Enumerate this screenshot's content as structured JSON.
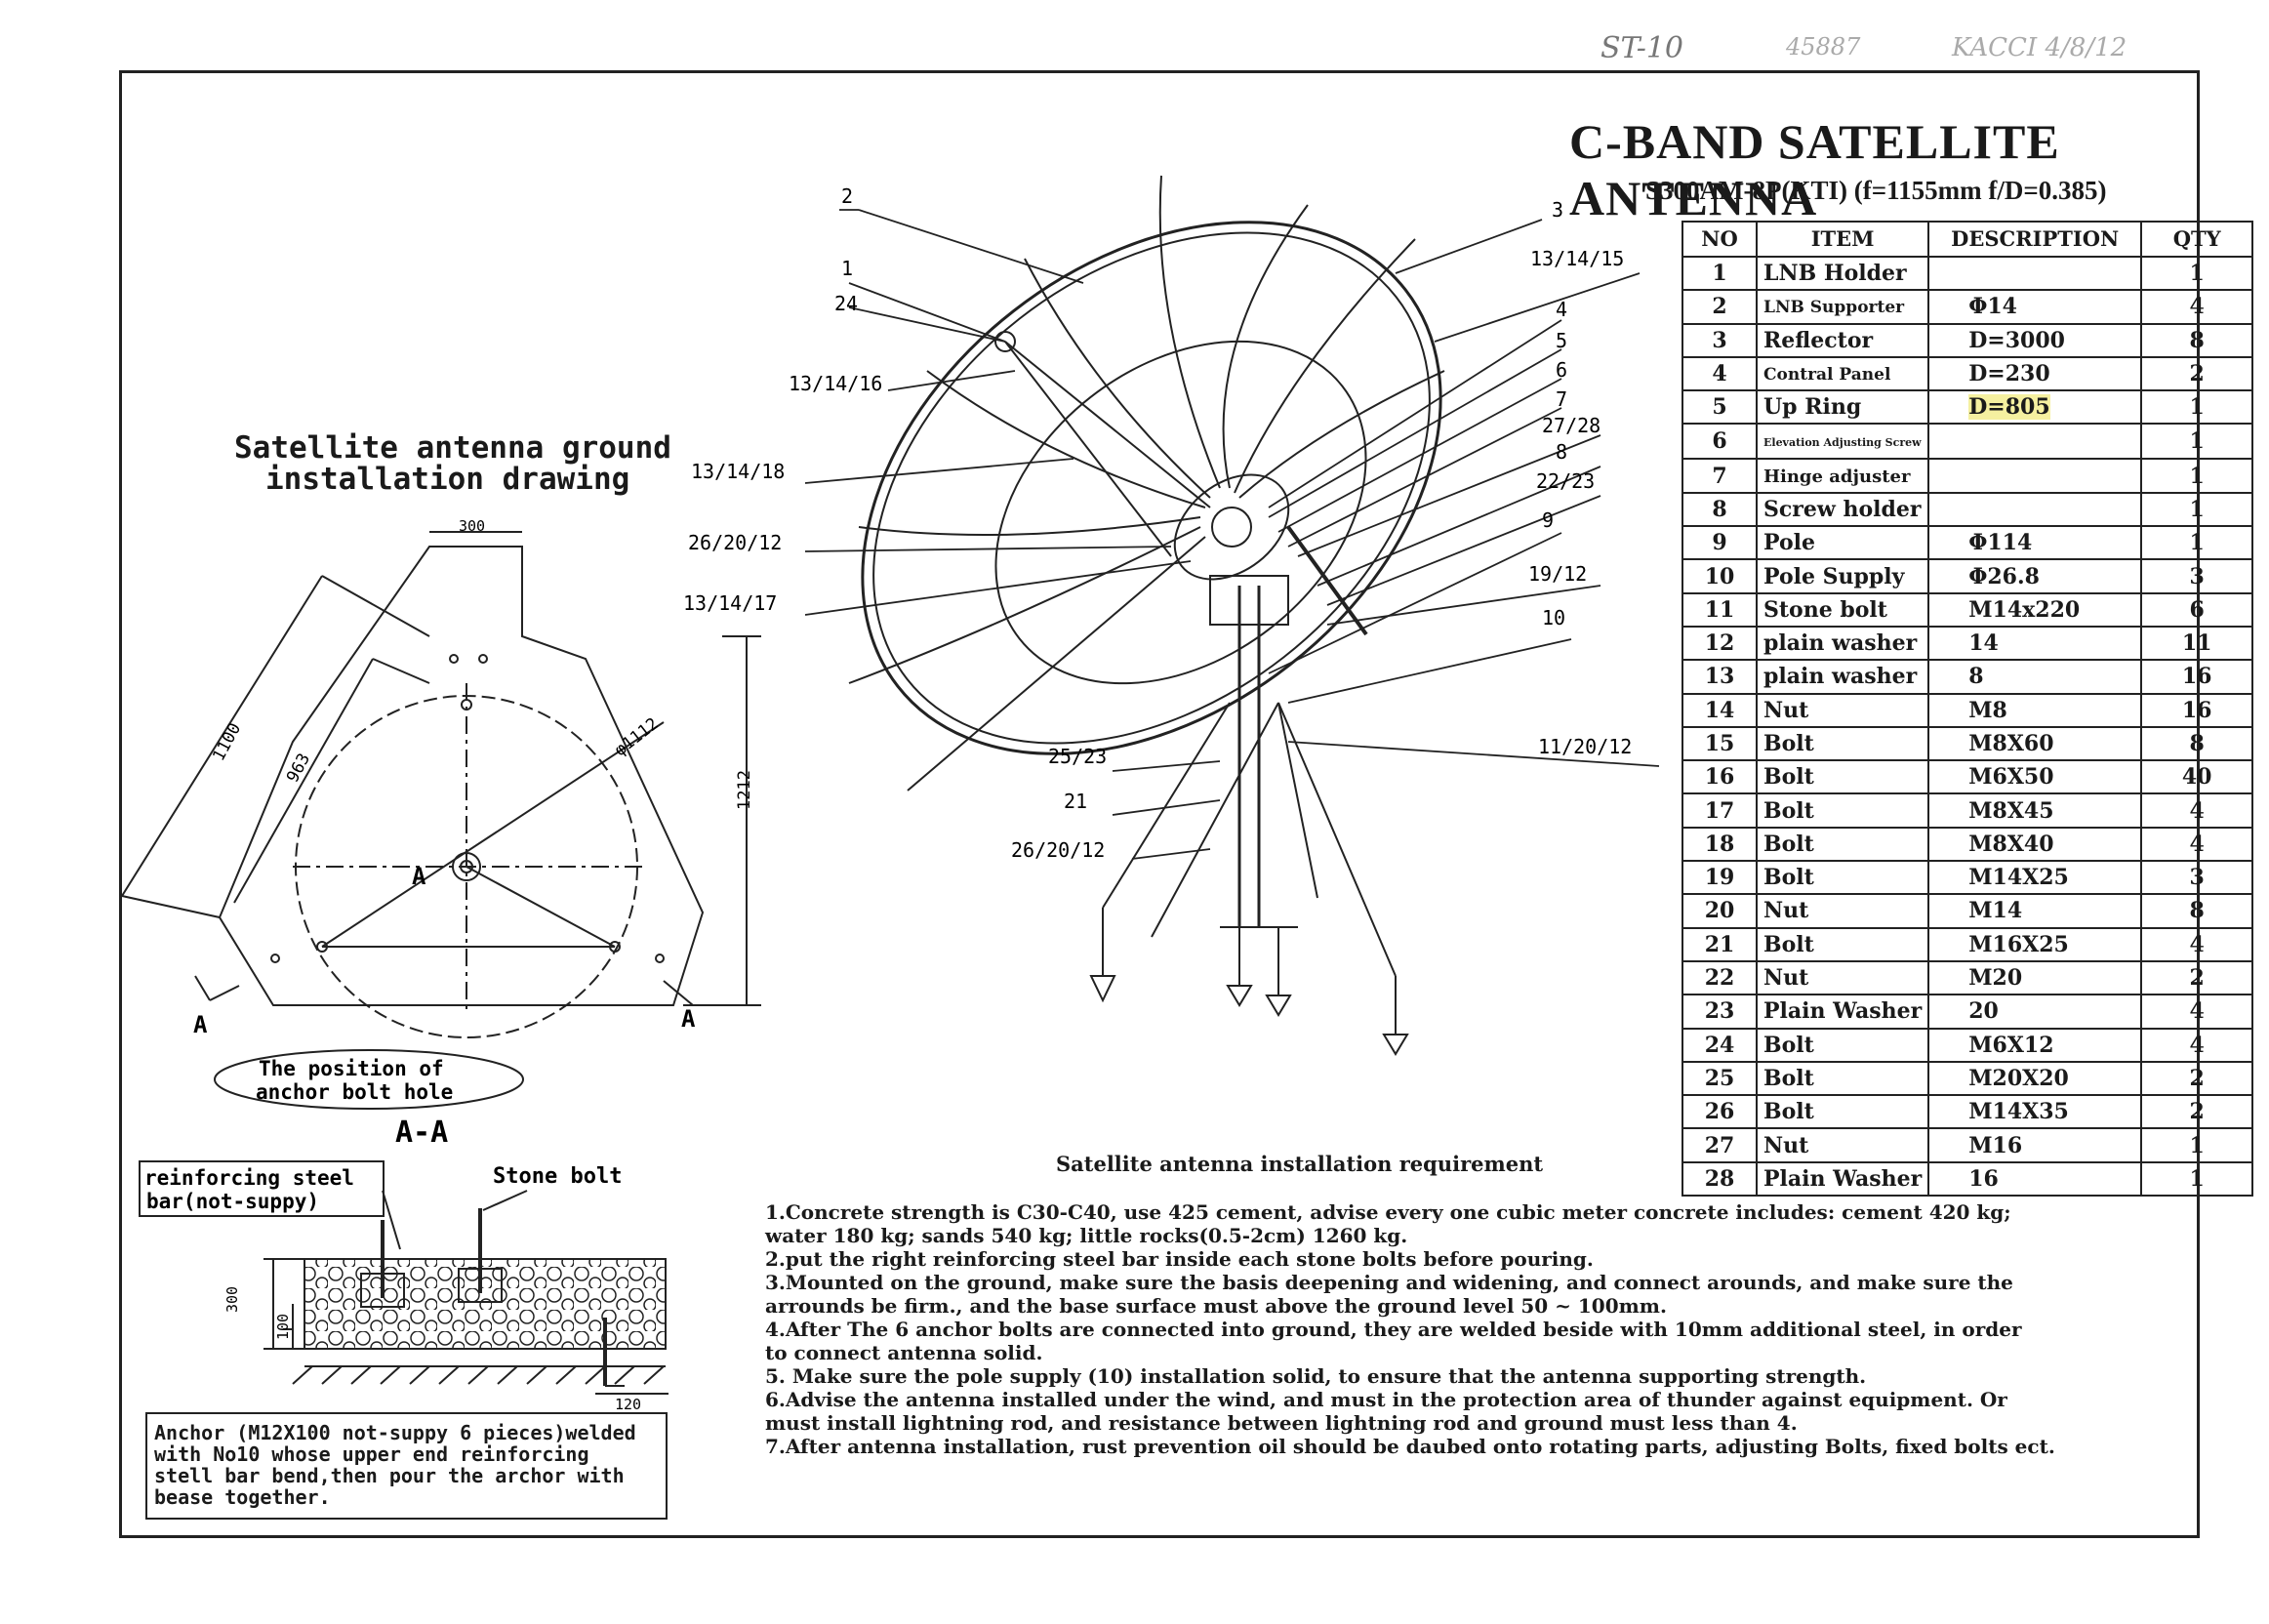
{
  "handwriting": {
    "note1": "ST-10",
    "note2": "45887",
    "note3": "KACCI 4/8/12"
  },
  "title": "C-BAND SATELLITE ANTENNA",
  "subtitle": "S300AM-8P(KTI) (f=1155mm f/D=0.385)",
  "ground_drawing": {
    "heading_line1": "Satellite antenna ground",
    "heading_line2": "installation drawing",
    "dim_300": "300",
    "dim_1100": "1100",
    "dim_963": "963",
    "dim_1112": "φ1112",
    "dim_1212": "1212",
    "section_mark": "A",
    "anchor_position_line1": "The position of",
    "anchor_position_line2": "anchor bolt hole",
    "section_label": "A-A"
  },
  "section_detail": {
    "reinforcing_line1": "reinforcing steel",
    "reinforcing_line2": "bar(not-suppy)",
    "stone_bolt": "Stone bolt",
    "dim_300": "300",
    "dim_100_left": "100",
    "dim_100_right": "100",
    "dim_120": "120",
    "anchor_note": [
      "Anchor (M12X100 not-suppy 6 pieces)welded",
      "with No10 whose upper end reinforcing",
      "stell bar bend,then pour the archor with",
      "bease together."
    ]
  },
  "callouts": [
    "2",
    "1",
    "24",
    "13/14/16",
    "13/14/18",
    "26/20/12",
    "13/14/17",
    "3",
    "13/14/15",
    "4",
    "5",
    "6",
    "7",
    "27/28",
    "8",
    "22/23",
    "9",
    "19/12",
    "10",
    "11/20/12",
    "25/23",
    "21",
    "26/20/12"
  ],
  "parts_table": {
    "headers": [
      "NO",
      "ITEM",
      "DESCRIPTION",
      "QTY"
    ],
    "rows": [
      [
        "1",
        "LNB Holder",
        "",
        "1"
      ],
      [
        "2",
        "LNB Supporter",
        "Φ14",
        "4"
      ],
      [
        "3",
        "Reflector",
        "D=3000",
        "8"
      ],
      [
        "4",
        "Contral Panel",
        "D=230",
        "2"
      ],
      [
        "5",
        "Up Ring",
        "D=805",
        "1"
      ],
      [
        "6",
        "Elevation Adjusting Screw",
        "",
        "1"
      ],
      [
        "7",
        "Hinge adjuster",
        "",
        "1"
      ],
      [
        "8",
        "Screw holder",
        "",
        "1"
      ],
      [
        "9",
        "Pole",
        "Φ114",
        "1"
      ],
      [
        "10",
        "Pole Supply",
        "Φ26.8",
        "3"
      ],
      [
        "11",
        "Stone bolt",
        "M14x220",
        "6"
      ],
      [
        "12",
        "plain washer",
        "14",
        "11"
      ],
      [
        "13",
        "plain washer",
        "8",
        "16"
      ],
      [
        "14",
        "Nut",
        "M8",
        "16"
      ],
      [
        "15",
        "Bolt",
        "M8X60",
        "8"
      ],
      [
        "16",
        "Bolt",
        "M6X50",
        "40"
      ],
      [
        "17",
        "Bolt",
        "M8X45",
        "4"
      ],
      [
        "18",
        "Bolt",
        "M8X40",
        "4"
      ],
      [
        "19",
        "Bolt",
        "M14X25",
        "3"
      ],
      [
        "20",
        "Nut",
        "M14",
        "8"
      ],
      [
        "21",
        "Bolt",
        "M16X25",
        "4"
      ],
      [
        "22",
        "Nut",
        "M20",
        "2"
      ],
      [
        "23",
        "Plain Washer",
        "20",
        "4"
      ],
      [
        "24",
        "Bolt",
        "M6X12",
        "4"
      ],
      [
        "25",
        "Bolt",
        "M20X20",
        "2"
      ],
      [
        "26",
        "Bolt",
        "M14X35",
        "2"
      ],
      [
        "27",
        "Nut",
        "M16",
        "1"
      ],
      [
        "28",
        "Plain Washer",
        "16",
        "1"
      ]
    ]
  },
  "requirements": {
    "title": "Satellite antenna  installation requirement",
    "items": [
      "1.Concrete strength is C30-C40, use 425 cement, advise every one cubic meter concrete includes: cement 420 kg;\n   water 180 kg; sands 540 kg; little rocks(0.5-2cm) 1260 kg.",
      "2.put the right reinforcing steel bar inside  each  stone  bolts before pouring.",
      "3.Mounted on the ground, make sure the basis deepening and widening, and  connect arounds, and make sure the\n   arrounds be firm., and the base  surface must above the ground level 50 ~ 100mm.",
      "4.After The 6 anchor bolts are connected into ground,  they are welded beside with 10mm additional steel, in order\n   to connect antenna solid.",
      "5. Make sure  the pole supply  (10) installation solid, to ensure that the antenna supporting strength.",
      "6.Advise the antenna installed under the wind, and must in the protection area of thunder against equipment. Or\n   must install lightning rod, and resistance between lightning rod and ground must less than 4.",
      "7.After antenna installation, rust prevention oil should be daubed  onto rotating parts, adjusting Bolts, fixed bolts ect."
    ]
  }
}
